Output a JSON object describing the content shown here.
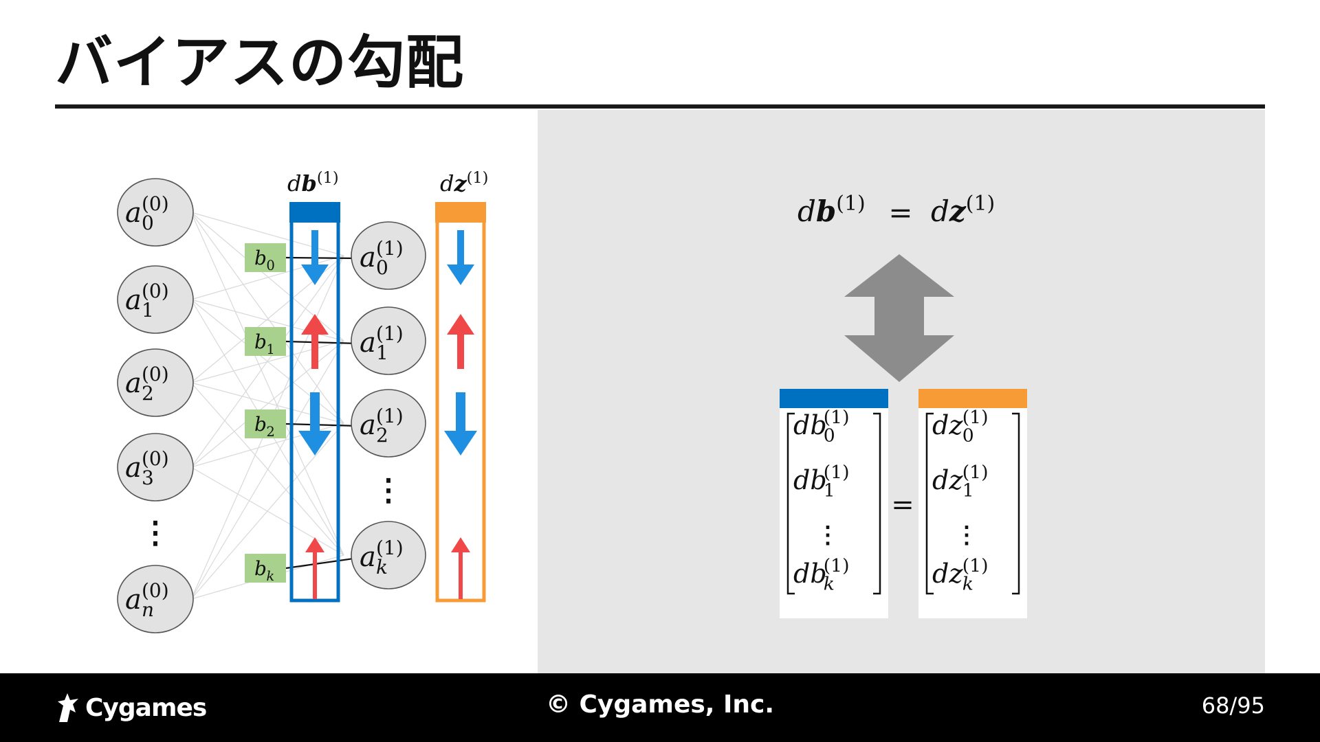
{
  "slide": {
    "title": "バイアスの勾配",
    "page": "68/95"
  },
  "footer": {
    "brand": "Cygames",
    "copyright": "© Cygames, Inc."
  },
  "colors": {
    "blue": "#0070c0",
    "orange": "#f79b37",
    "arrow_blue": "#1e8fe1",
    "arrow_red": "#f04848",
    "bias_green": "#a9d18e",
    "node_fill": "#e2e2e2",
    "panel_gray": "#e6e6e6",
    "double_arrow": "#8c8c8c"
  },
  "diagram": {
    "input_nodes": [
      {
        "base": "a",
        "sub": "0",
        "sup": "(0)"
      },
      {
        "base": "a",
        "sub": "1",
        "sup": "(0)"
      },
      {
        "base": "a",
        "sub": "2",
        "sup": "(0)"
      },
      {
        "base": "a",
        "sub": "3",
        "sup": "(0)"
      },
      {
        "base": "a",
        "sub": "n",
        "sup": "(0)"
      }
    ],
    "hidden_nodes": [
      {
        "base": "a",
        "sub": "0",
        "sup": "(1)"
      },
      {
        "base": "a",
        "sub": "1",
        "sup": "(1)"
      },
      {
        "base": "a",
        "sub": "2",
        "sup": "(1)"
      },
      {
        "base": "a",
        "sub": "k",
        "sup": "(1)"
      }
    ],
    "biases": [
      {
        "base": "b",
        "sub": "0"
      },
      {
        "base": "b",
        "sub": "1"
      },
      {
        "base": "b",
        "sub": "2"
      },
      {
        "base": "b",
        "sub": "k"
      }
    ],
    "vdots": "⋮",
    "db_header": {
      "d": "d",
      "var": "b",
      "sup": "(1)"
    },
    "dz_header": {
      "d": "d",
      "var": "z",
      "sup": "(1)"
    },
    "gradient_directions": [
      "down",
      "up",
      "down",
      "up"
    ],
    "gradient_magnitudes": [
      "medium",
      "medium",
      "large",
      "small"
    ]
  },
  "equation": {
    "lhs": {
      "d": "d",
      "var": "b",
      "sup": "(1)"
    },
    "equals": "=",
    "rhs": {
      "d": "d",
      "var": "z",
      "sup": "(1)"
    }
  },
  "matrix": {
    "left_entries": [
      {
        "d": "db",
        "sub": "0",
        "sup": "(1)"
      },
      {
        "d": "db",
        "sub": "1",
        "sup": "(1)"
      },
      {
        "d": "db",
        "sub": "k",
        "sup": "(1)"
      }
    ],
    "right_entries": [
      {
        "d": "dz",
        "sub": "0",
        "sup": "(1)"
      },
      {
        "d": "dz",
        "sub": "1",
        "sup": "(1)"
      },
      {
        "d": "dz",
        "sub": "k",
        "sup": "(1)"
      }
    ],
    "equals": "=",
    "vdots": "⋮"
  }
}
